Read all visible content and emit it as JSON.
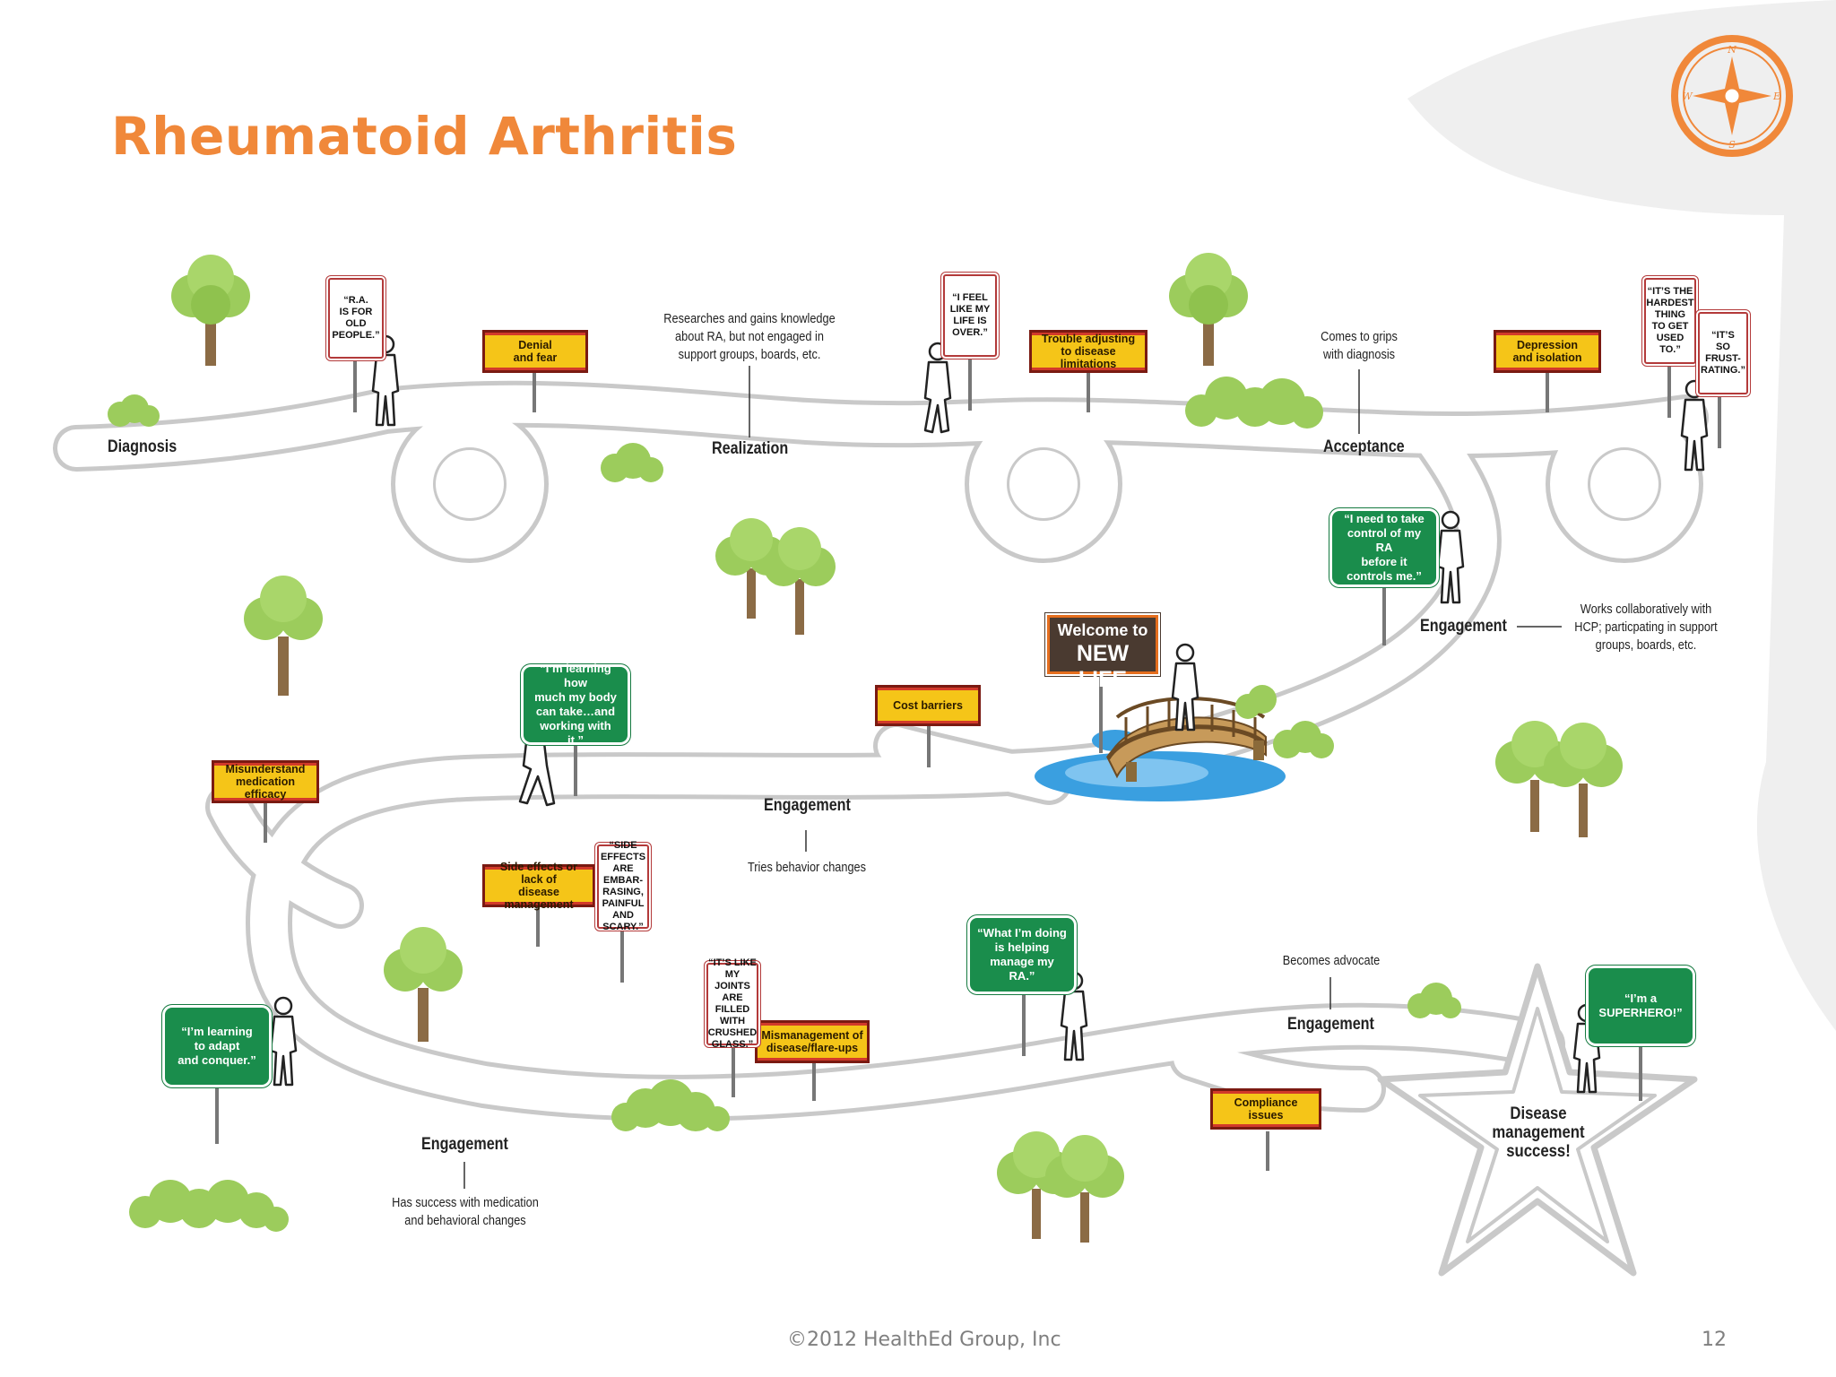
{
  "slide": {
    "title": "Rheumatoid Arthritis",
    "copyright": "©2012 HealthEd Group, Inc",
    "page_number": "12",
    "compass_letters": [
      "N",
      "E",
      "S",
      "W"
    ]
  },
  "stages": [
    {
      "id": "diagnosis",
      "label": "Diagnosis"
    },
    {
      "id": "realization",
      "label": "Realization"
    },
    {
      "id": "acceptance",
      "label": "Acceptance"
    },
    {
      "id": "engagement-1",
      "label": "Engagement"
    },
    {
      "id": "engagement-2",
      "label": "Engagement"
    },
    {
      "id": "engagement-3",
      "label": "Engagement"
    },
    {
      "id": "engagement-4",
      "label": "Engagement"
    }
  ],
  "notes": {
    "realization": "Researches and gains knowledge\nabout RA, but not engaged in\nsupport groups, boards, etc.",
    "acceptance": "Comes to grips\nwith diagnosis",
    "engagement_1": "Works collaboratively with\nHCP; particpating in support\ngroups, boards, etc.",
    "engagement_2": "Tries behavior changes",
    "engagement_3": "Has success with medication\nand behavioral changes",
    "engagement_4": "Becomes advocate"
  },
  "warning_signs": [
    {
      "id": "denial",
      "text": "Denial\nand fear"
    },
    {
      "id": "trouble",
      "text": "Trouble adjusting\nto disease limitations"
    },
    {
      "id": "depression",
      "text": "Depression\nand isolation"
    },
    {
      "id": "cost",
      "text": "Cost barriers"
    },
    {
      "id": "misunderstand",
      "text": "Misunderstand\nmedication efficacy"
    },
    {
      "id": "side-effects",
      "text": "Side effects or lack of\ndisease management"
    },
    {
      "id": "mismanagement",
      "text": "Mismanagement of\ndisease/flare-ups"
    },
    {
      "id": "compliance",
      "text": "Compliance issues"
    }
  ],
  "quote_signs": [
    {
      "id": "old-people",
      "text": "“R.A.\nIS FOR\nOLD\nPEOPLE.”"
    },
    {
      "id": "life-over",
      "text": "“I FEEL\nLIKE MY\nLIFE IS\nOVER.”"
    },
    {
      "id": "hardest",
      "text": "“IT’S THE\nHARDEST\nTHING\nTO GET\nUSED TO.”"
    },
    {
      "id": "frustrating",
      "text": "“IT’S\nSO\nFRUST-\nRATING.”"
    },
    {
      "id": "embarrassing",
      "text": "“SIDE\nEFFECTS ARE\nEMBAR-\nRASING,\nPAINFUL\nAND SCARY.”"
    },
    {
      "id": "crushed-glass",
      "text": "“IT’S LIKE\nMY JOINTS\nARE FILLED\nWITH\nCRUSHED\nGLASS.”"
    }
  ],
  "green_signs": [
    {
      "id": "take-control",
      "text": "“I need to take\ncontrol of my RA\nbefore it\ncontrols me.”"
    },
    {
      "id": "learning-body",
      "text": "“I’m learning how\nmuch my body\ncan take…and\nworking with it.”"
    },
    {
      "id": "adapt",
      "text": "“I’m learning\nto adapt\nand conquer.”"
    },
    {
      "id": "helping",
      "text": "“What I’m doing\nis helping\nmanage my RA.”"
    },
    {
      "id": "superhero",
      "text": "“I’m a\nSUPERHERO!”"
    }
  ],
  "welcome_sign": {
    "line1": "Welcome to",
    "line2": "NEW LIFE"
  },
  "goal_label": "Disease\nmanagement\nsuccess!",
  "colors": {
    "title": "#f0883a",
    "road": "#c9c9c9",
    "warning_fill": "#f5c518",
    "warning_border": "#7a1a12",
    "quote_border": "#b33a3a",
    "green_sign": "#1a8d4c",
    "tree": "#9ccc5c",
    "trunk": "#8b6b45",
    "water": "#3a9fe0",
    "compass": "#f0883a",
    "footer": "#7f7f7f"
  }
}
